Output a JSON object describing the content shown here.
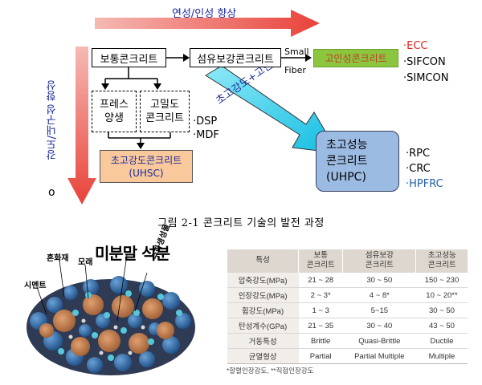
{
  "top_arrow_label": "연성/인성 향상",
  "left_arrow_label": "강도/내구성 향상",
  "diag_arrow_label": "초고강도+고인성",
  "boxes": {
    "normal": "보통콘크리트",
    "fiber": "섬유보강콘크리트",
    "ductile": "고인성콘크리트",
    "press1": "프레스",
    "press2": "양생",
    "dense1": "고밀도",
    "dense2": "콘크리트",
    "uhsc1": "초고강도콘크리트",
    "uhsc2": "(UHSC)",
    "uhpc1": "초고성능",
    "uhpc2": "콘크리트",
    "uhpc3": "(UHPC)"
  },
  "small_fiber": [
    "Small",
    "Fiber"
  ],
  "ductile_list": [
    "·ECC",
    "·SIFCON",
    "·SIMCON"
  ],
  "dsp_list": [
    "·DSP",
    "·MDF"
  ],
  "uhpc_list": [
    "·RPC",
    "·CRC",
    "·HPFRC"
  ],
  "bullet": "o",
  "caption": "그림 2-1 콘크리트 기술의 발전 과정",
  "micro_labels": {
    "large": "미분말 석분",
    "clay": "혼화재",
    "sand": "모래",
    "cement": "시멘트",
    "hydrate": "수화생성물"
  },
  "table": {
    "headers": [
      [
        "특성",
        ""
      ],
      [
        "보통",
        "콘크리트"
      ],
      [
        "섬유보강",
        "콘크리트"
      ],
      [
        "초고성능",
        "콘크리트"
      ]
    ],
    "rows": [
      [
        "압축강도(MPa)",
        "21 ~ 28",
        "30 ~ 50",
        "150 ~ 230"
      ],
      [
        "인장강도(MPa)",
        "2 ~ 3*",
        "4 ~ 8*",
        "10 ~ 20**"
      ],
      [
        "휨강도(MPa)",
        "1 ~ 3",
        "5~15",
        "30 ~ 50"
      ],
      [
        "탄성계수(GPa)",
        "21 ~ 35",
        "30 ~ 40",
        "43 ~ 50"
      ],
      [
        "거동특성",
        "Brittle",
        "Quasi-Brittle",
        "Ductile"
      ],
      [
        "균열형상",
        "Partial",
        "Partial Multiple",
        "Multiple"
      ]
    ],
    "footnote": "*할렬인장강도, **직접인장강도"
  },
  "colors": {
    "arrow_red": "#e8423a",
    "ductile_green": "#8cc63f",
    "uhsc_orange": "#f9c89b",
    "uhpc_blue": "#9bbbe3",
    "cyan_arrow": "#1ec8e8",
    "ecc_red": "#e1251b",
    "hpfrc_blue": "#1f5fa6"
  }
}
